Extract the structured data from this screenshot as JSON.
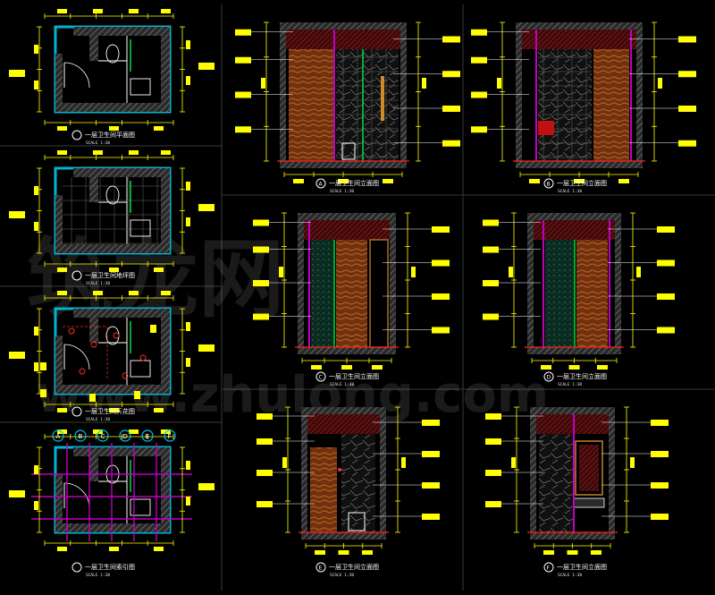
{
  "panels": [
    {
      "title": "一层卫生间平面图",
      "scale": "SCALE 1:30"
    },
    {
      "title": "一层卫生间地坪图",
      "scale": "SCALE 1:30"
    },
    {
      "title": "一层卫生间天花图",
      "scale": "SCALE 1:30"
    },
    {
      "title": "一层卫生间索引图",
      "scale": "SCALE 1:30"
    }
  ],
  "elevations": [
    {
      "letter": "A",
      "title": "一层卫生间立面图",
      "scale": "SCALE 1:30"
    },
    {
      "letter": "B",
      "title": "一层卫生间立面图",
      "scale": "SCALE 1:30"
    },
    {
      "letter": "C",
      "title": "一层卫生间立面图",
      "scale": "SCALE 1:30"
    },
    {
      "letter": "D",
      "title": "一层卫生间立面图",
      "scale": "SCALE 1:30"
    },
    {
      "letter": "E",
      "title": "一层卫生间立面图",
      "scale": "SCALE 1:30"
    },
    {
      "letter": "F",
      "title": "一层卫生间立面图",
      "scale": "SCALE 1:30"
    }
  ],
  "index_markers": [
    "A",
    "B",
    "C",
    "D",
    "E",
    "F"
  ],
  "watermark": {
    "cn": "筑龙网",
    "en": "www.zhulong.com"
  },
  "colors": {
    "background": "#000000",
    "wall_cyan": "#00b4d2",
    "wall_magenta": "#c000c0",
    "annotation_yellow": "#ffff00",
    "wood": "#8b4513",
    "marble": "#1a1a1a",
    "panel_border": "#3a3a3a"
  }
}
